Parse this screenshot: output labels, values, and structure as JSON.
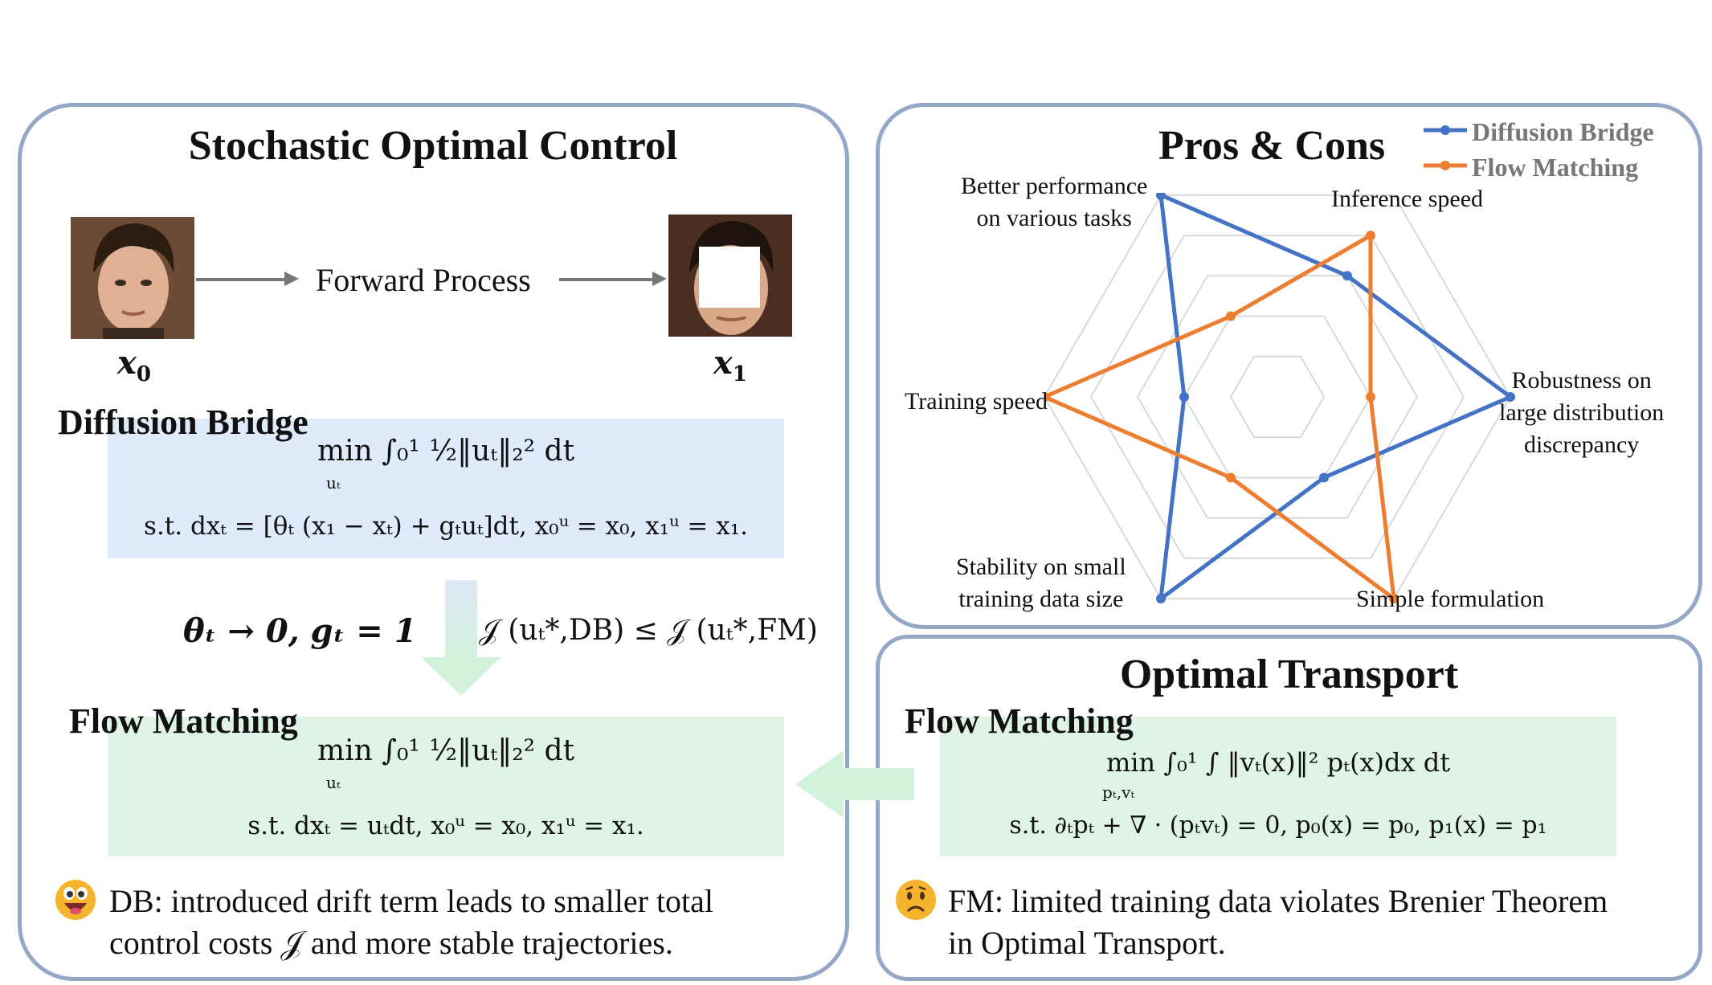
{
  "left_panel": {
    "title": "Stochastic Optimal Control",
    "forward_process": "Forward Process",
    "x0_label": "x",
    "x0_sub": "0",
    "x1_label": "x",
    "x1_sub": "1",
    "db_heading": "Diffusion Bridge",
    "db_eq_line1": "min ∫₀¹ ½‖uₜ‖₂² dt",
    "db_eq_line1_sub": "uₜ",
    "db_eq_line2": "s.t. dxₜ = [θₜ (x₁ − xₜ) + gₜuₜ]dt, x₀ᵘ = x₀, x₁ᵘ = x₁.",
    "limit_condition": "θₜ → 0, gₜ = 1",
    "cost_inequality": "𝒥 (uₜ*,DB) ≤ 𝒥 (uₜ*,FM)",
    "fm_heading": "Flow Matching",
    "fm_eq_line1": "min ∫₀¹ ½‖uₜ‖₂² dt",
    "fm_eq_line1_sub": "uₜ",
    "fm_eq_line2": "s.t. dxₜ = uₜdt, x₀ᵘ = x₀, x₁ᵘ = x₁.",
    "note_line1": "DB: introduced drift term leads to smaller total",
    "note_line2": "control costs 𝒥 and more stable trajectories."
  },
  "radar_panel": {
    "title": "Pros & Cons",
    "legend": [
      "Diffusion Bridge",
      "Flow Matching"
    ],
    "axes": [
      "Better performance on various tasks",
      "Inference speed",
      "Robustness on large distribution discrepancy",
      "Simple formulation",
      "Stability on small training data size",
      "Training speed"
    ],
    "axis_label_lines": {
      "perf": [
        "Better  performance",
        "on various tasks"
      ],
      "inference": [
        "Inference speed"
      ],
      "robust": [
        "Robustness on",
        "large distribution",
        "discrepancy"
      ],
      "simple": [
        "Simple formulation"
      ],
      "stability": [
        "Stability  on small",
        "training data size"
      ],
      "training": [
        "Training speed"
      ]
    },
    "colors": {
      "db": "#4472c4",
      "fm": "#ed7d31",
      "grid": "#d9d9d9"
    }
  },
  "chart_data": {
    "type": "radar",
    "title": "Pros & Cons",
    "categories": [
      "Better performance on various tasks",
      "Inference speed",
      "Robustness on large distribution discrepancy",
      "Simple formulation",
      "Stability on small training data size",
      "Training speed"
    ],
    "series": [
      {
        "name": "Diffusion Bridge",
        "values": [
          5,
          3,
          5,
          2,
          5,
          2
        ]
      },
      {
        "name": "Flow Matching",
        "values": [
          2,
          4,
          2,
          5,
          2,
          5
        ]
      }
    ],
    "range": [
      0,
      5
    ],
    "grid": true,
    "legend_position": "top-right"
  },
  "ot_panel": {
    "title": "Optimal Transport",
    "fm_heading": "Flow Matching",
    "eq_line1": "min ∫₀¹ ∫ ‖vₜ(x)‖² pₜ(x)dx dt",
    "eq_line1_sub": "pₜ,vₜ",
    "eq_line2": "s.t. ∂ₜpₜ + ∇ · (pₜvₜ) = 0,  p₀(x) = p₀, p₁(x) = p₁",
    "note_line1": "FM: limited  training  data violates  Brenier Theorem",
    "note_line2": "in Optimal Transport."
  }
}
